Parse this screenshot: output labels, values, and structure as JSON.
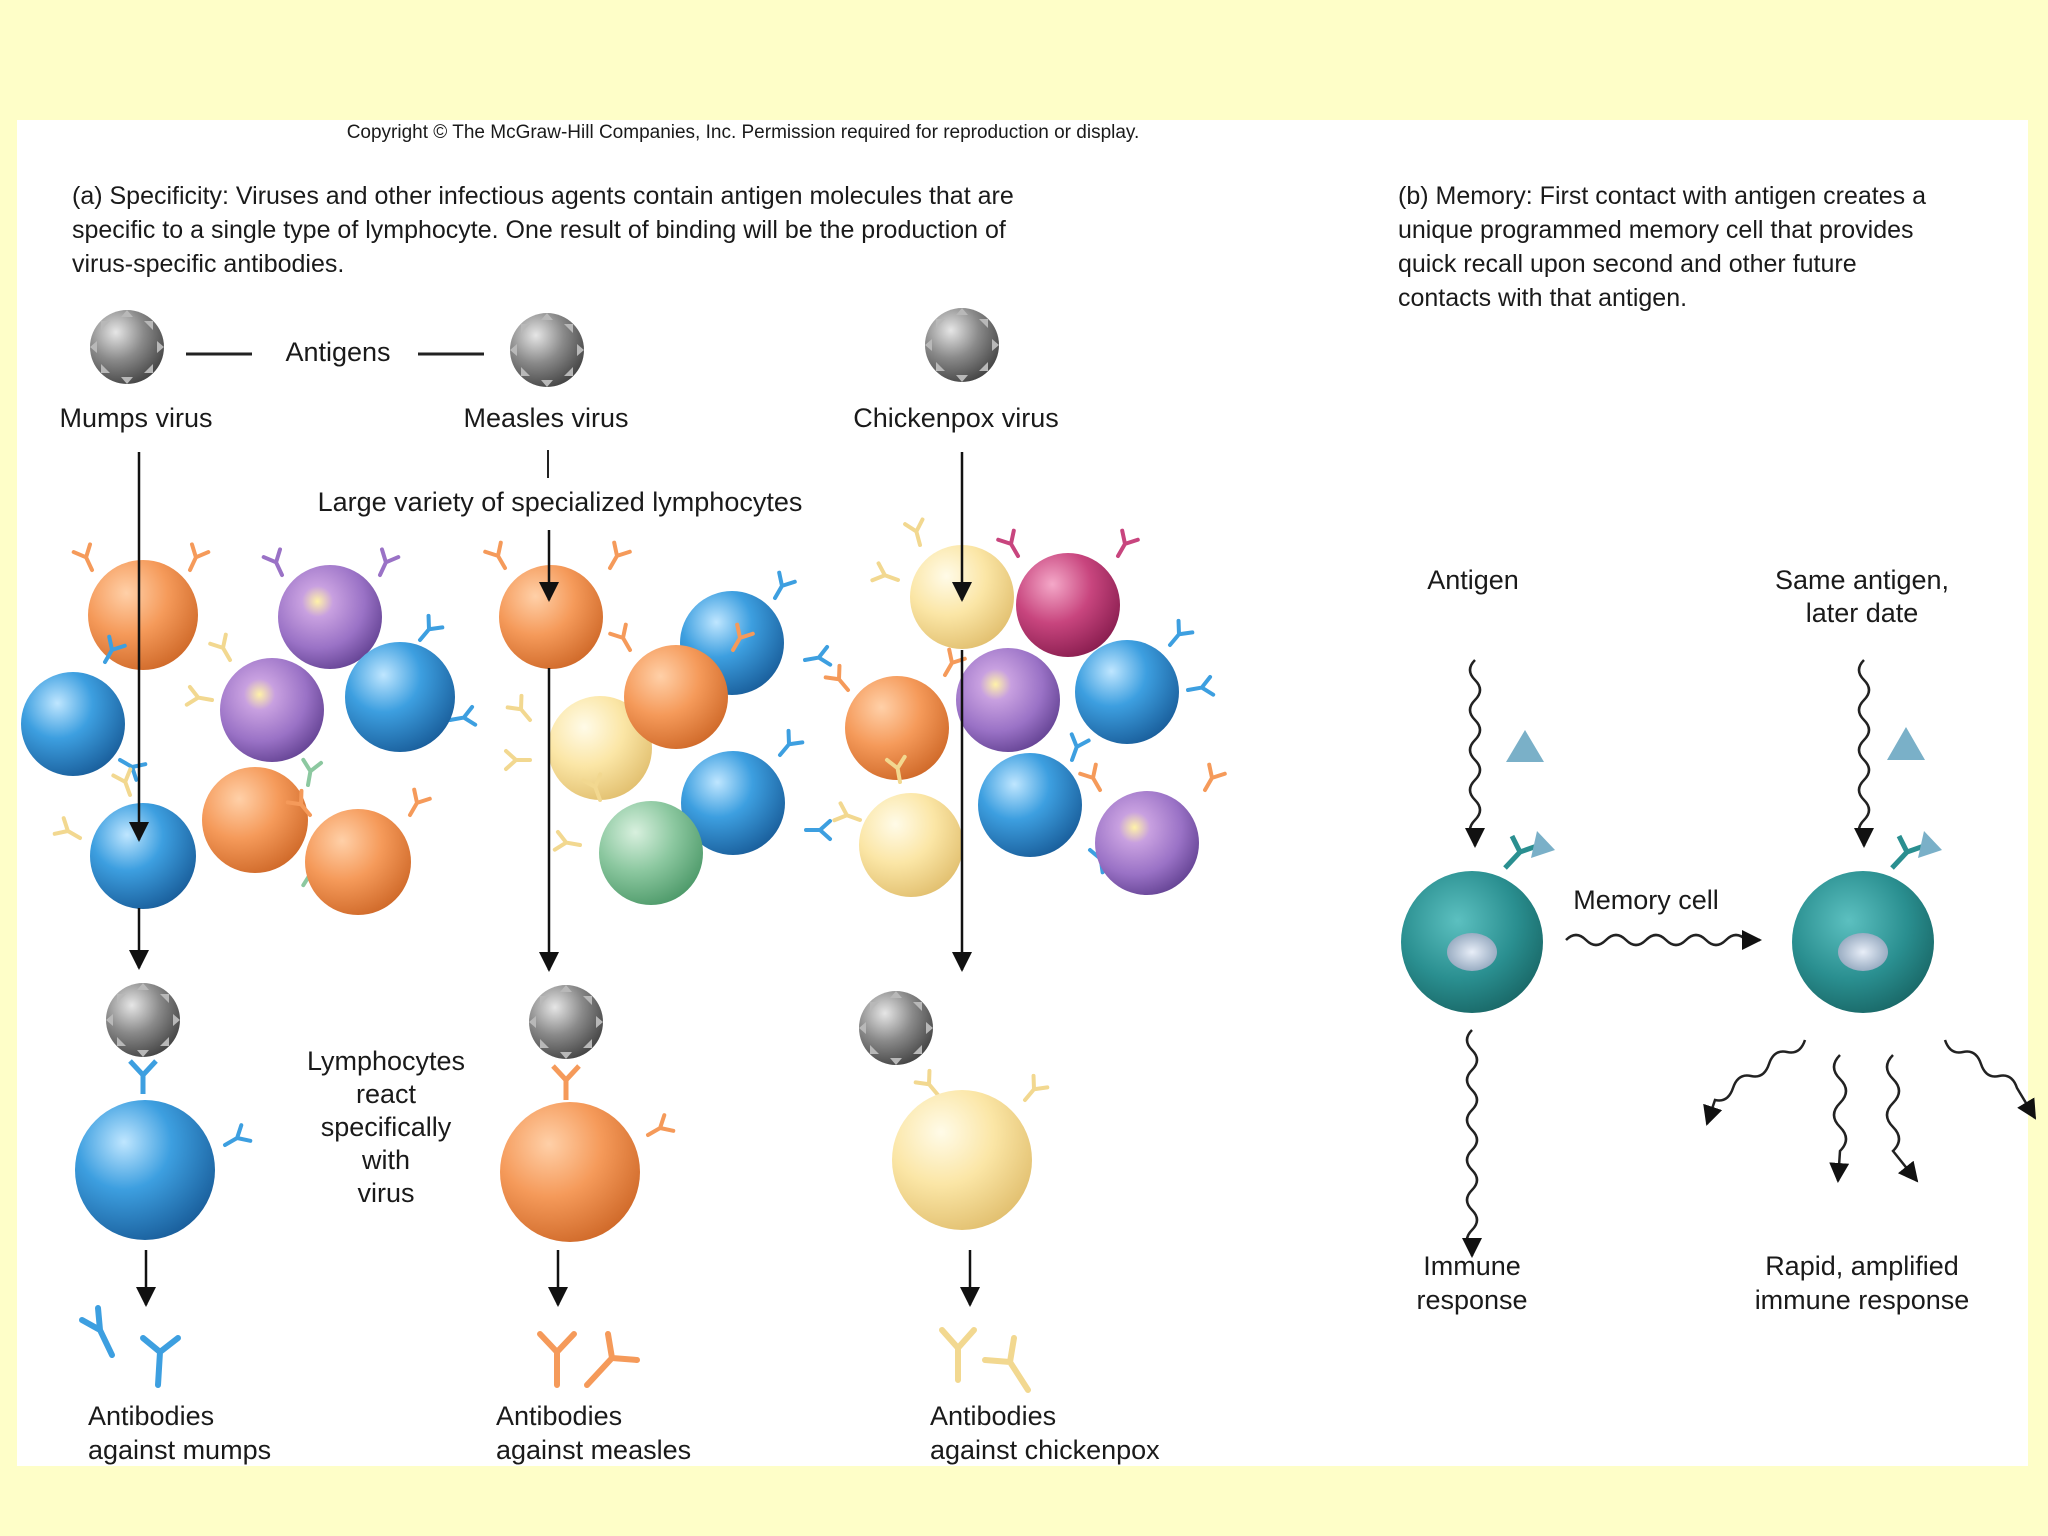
{
  "copyright": "Copyright © The McGraw-Hill Companies, Inc. Permission required for reproduction or display.",
  "panel_a": {
    "caption": [
      "(a) Specificity:  Viruses and other infectious agents contain antigen molecules that are",
      "specific to a single type of lymphocyte. One result of binding will be the production of",
      "virus-specific antibodies."
    ],
    "antigens_label": "Antigens",
    "viruses": [
      "Mumps virus",
      "Measles virus",
      "Chickenpox virus"
    ],
    "variety_label": "Large variety of specialized lymphocytes",
    "react_label": [
      "Lymphocytes",
      "react",
      "specifically",
      "with",
      "virus"
    ],
    "antibodies": [
      [
        "Antibodies",
        "against mumps"
      ],
      [
        "Antibodies",
        "against measles"
      ],
      [
        "Antibodies",
        "against chickenpox"
      ]
    ]
  },
  "panel_b": {
    "caption": [
      "(b) Memory:  First contact with antigen creates a",
      "unique programmed memory cell that provides",
      "quick recall upon second and other future",
      "contacts with that antigen."
    ],
    "antigen_label": "Antigen",
    "same_antigen_label": [
      "Same antigen,",
      "later date"
    ],
    "memory_cell_label": "Memory cell",
    "immune_response_label": [
      "Immune",
      "response"
    ],
    "rapid_response_label": [
      "Rapid, amplified",
      "immune response"
    ]
  },
  "colors": {
    "background": "#fefec8",
    "blue_cell": "#3d9fe0",
    "orange_cell": "#f5a066",
    "purple_cell": "#9a72c6",
    "yellow_cell": "#fbe6a6",
    "magenta_cell": "#c8457e",
    "green_cell": "#8cc8a0",
    "teal_cell": "#2a8f90",
    "virus_gray": "#8a8a8a"
  }
}
